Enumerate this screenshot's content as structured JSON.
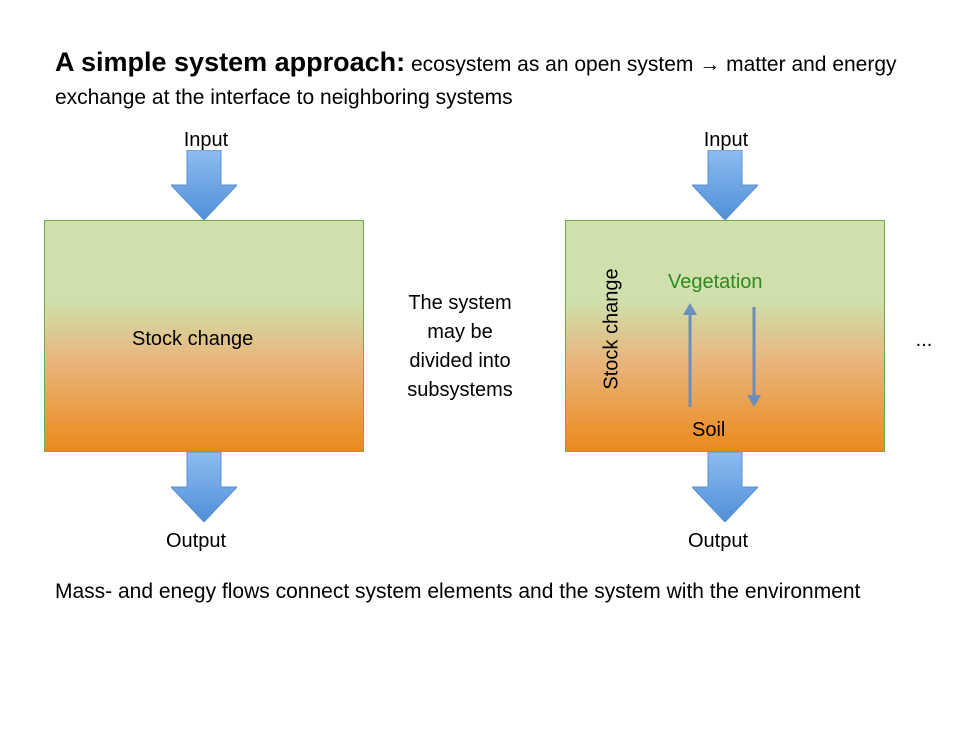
{
  "heading": {
    "bold": "A simple system approach:",
    "rest": " ecosystem as an open system → matter and energy exchange at the interface to neighboring systems"
  },
  "left_system": {
    "input_label": "Input",
    "box_label": "Stock change",
    "output_label": "Output"
  },
  "middle_note": {
    "lines": [
      "The system",
      "may be",
      "divided into",
      "subsystems"
    ]
  },
  "right_system": {
    "input_label": "Input",
    "stock_label": "Stock change",
    "vegetation_label": "Vegetation",
    "soil_label": "Soil",
    "output_label": "Output",
    "ellipsis": "..."
  },
  "footer": {
    "text": "Mass- and enegy flows connect system elements and the system with the environment"
  },
  "colors": {
    "arrow_fill": "#6fa5e0",
    "box_border": "#6fae4e",
    "vegetation_text": "#2e8a1e",
    "flow_arrow": "#6d8eb8"
  }
}
